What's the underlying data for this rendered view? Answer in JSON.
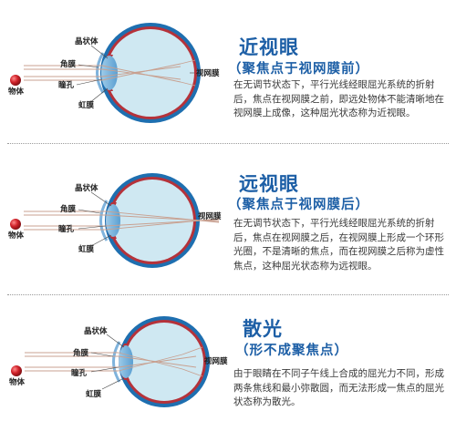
{
  "labels": {
    "lens": "晶状体",
    "cornea": "角膜",
    "pupil": "瞳孔",
    "iris": "虹膜",
    "retina": "视网膜",
    "object": "物体"
  },
  "sections": [
    {
      "title": "近视眼",
      "subtitle": "（聚焦点于视网膜前）",
      "description": "在无调节状态下，平行光线经眼屈光系统的折射后，焦点在视网膜之前，即远处物体不能清晰地在视网膜上成像，这种屈光状态称为近视眼。"
    },
    {
      "title": "远视眼",
      "subtitle": "（聚焦点于视网膜后）",
      "description": "在无调节状态下，平行光线经眼屈光系统的折射后，焦点在视网膜之后，在视网膜上形成一个环形光圈，不是清晰的焦点，而在视网膜之后称为虚性焦点，这种屈光状态称为远视眼。"
    },
    {
      "title": "散光",
      "subtitle": "（形不成聚焦点）",
      "description": "由于眼睛在不同子午线上合成的屈光力不同，形成两条焦线和最小弥散圆，而无法形成一焦点的屈光状态称为散光。"
    }
  ],
  "colors": {
    "title": "#1d5fa6",
    "sclera": "#1e6fb0",
    "choroid": "#b5323a",
    "vitreous": "#cfe8f2",
    "ray": "#c8a090",
    "object": "#c8232a"
  }
}
